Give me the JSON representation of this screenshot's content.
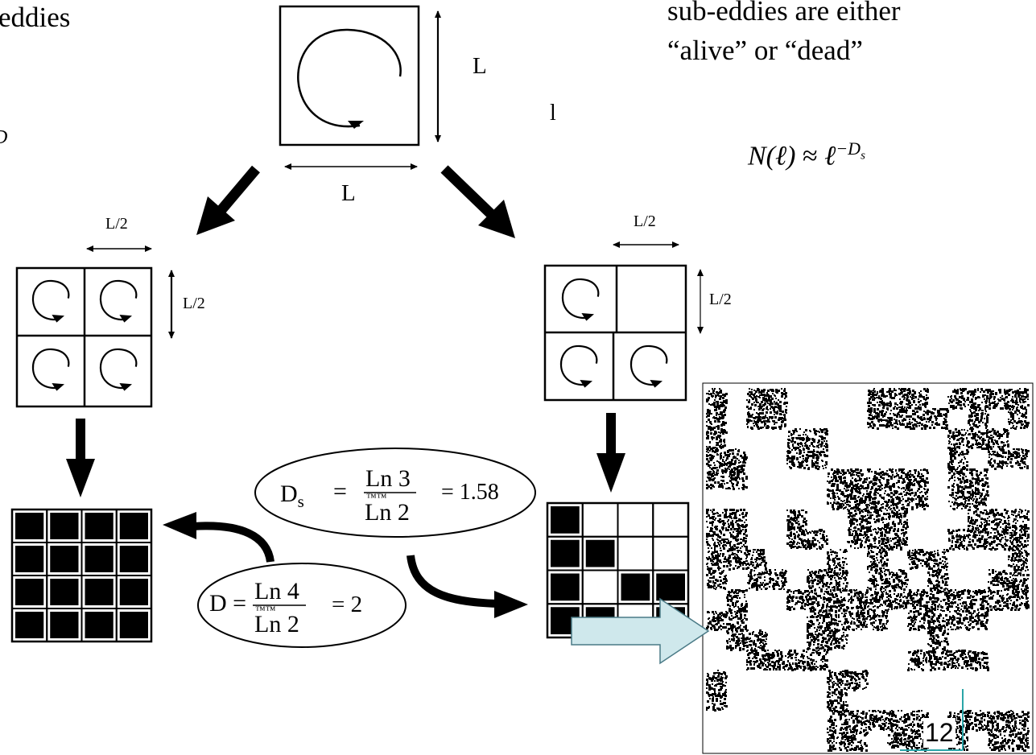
{
  "slide": {
    "left_fragment_top": "eddies",
    "left_fragment_mid": "D",
    "right_text_line1": "sub-eddies are either",
    "right_text_line2": "“alive” or “dead”",
    "stray_mark": "l",
    "formula": {
      "lhs": "N(ℓ)",
      "approx": "≈",
      "base": "ℓ",
      "exponent": "−D",
      "exponent_sub": "s"
    },
    "page_number": "12"
  },
  "labels": {
    "big_side_v": "L",
    "big_side_h": "L",
    "left_half_h": "L/2",
    "left_half_v": "L/2",
    "right_half_h": "L/2",
    "right_half_v": "L/2"
  },
  "ellipse_ds": {
    "lhs": "D",
    "lhs_sub": "s",
    "eq": "=",
    "numerator": "Ln 3",
    "glitch": "™™",
    "denominator": "Ln 2",
    "result": "= 1.58"
  },
  "ellipse_d": {
    "lhs": "D =",
    "numerator": "Ln 4",
    "glitch": "™™",
    "denominator": "Ln 2",
    "result": "= 2"
  },
  "grids": {
    "left_full": [
      [
        1,
        1,
        1,
        1
      ],
      [
        1,
        1,
        1,
        1
      ],
      [
        1,
        1,
        1,
        1
      ],
      [
        1,
        1,
        1,
        1
      ]
    ],
    "right_partial": [
      [
        1,
        0,
        0,
        0
      ],
      [
        1,
        1,
        0,
        0
      ],
      [
        1,
        0,
        1,
        1
      ],
      [
        1,
        1,
        0,
        1
      ]
    ]
  },
  "colors": {
    "ink": "#000000",
    "arrow_fill": "#cfe8ec",
    "arrow_stroke": "#4a7a86",
    "page_line": "#2aa5a8"
  }
}
